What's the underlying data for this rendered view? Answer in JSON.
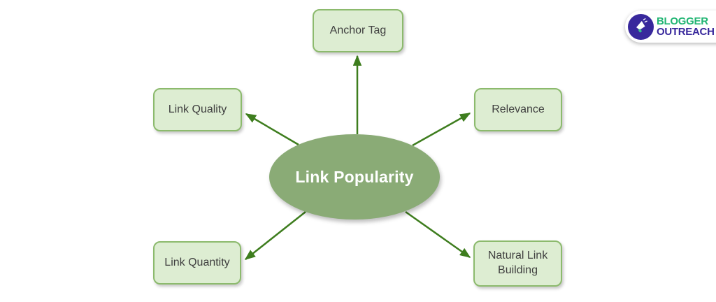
{
  "page": {
    "background": "#ffffff"
  },
  "diagram": {
    "center_label": "Link Popularity",
    "nodes": [
      {
        "id": "anchor-tag",
        "label": "Anchor Tag",
        "position": "top"
      },
      {
        "id": "link-quality",
        "label": "Link Quality",
        "position": "upper-left"
      },
      {
        "id": "relevance",
        "label": "Relevance",
        "position": "upper-right"
      },
      {
        "id": "link-quantity",
        "label": "Link Quantity",
        "position": "lower-left"
      },
      {
        "id": "natural-link-building",
        "label": "Natural Link Building",
        "position": "lower-right"
      }
    ],
    "edges": [
      {
        "from": "center",
        "to": "anchor-tag"
      },
      {
        "from": "center",
        "to": "link-quality"
      },
      {
        "from": "center",
        "to": "relevance"
      },
      {
        "from": "center",
        "to": "link-quantity"
      },
      {
        "from": "center",
        "to": "natural-link-building"
      }
    ],
    "colors": {
      "node_fill": "#ddedd2",
      "node_border": "#8cba6d",
      "node_text": "#3f3f3f",
      "center_fill": "#8aab76",
      "center_text": "#ffffff",
      "arrow": "#3e7d1e"
    }
  },
  "logo": {
    "line1": "BLOGGER",
    "line2": "OUTREACH",
    "icon": "megaphone-icon",
    "colors": {
      "line1": "#21b573",
      "line2": "#38289c",
      "icon_bg": "#38289c",
      "icon_accent": "#35c08e"
    }
  }
}
